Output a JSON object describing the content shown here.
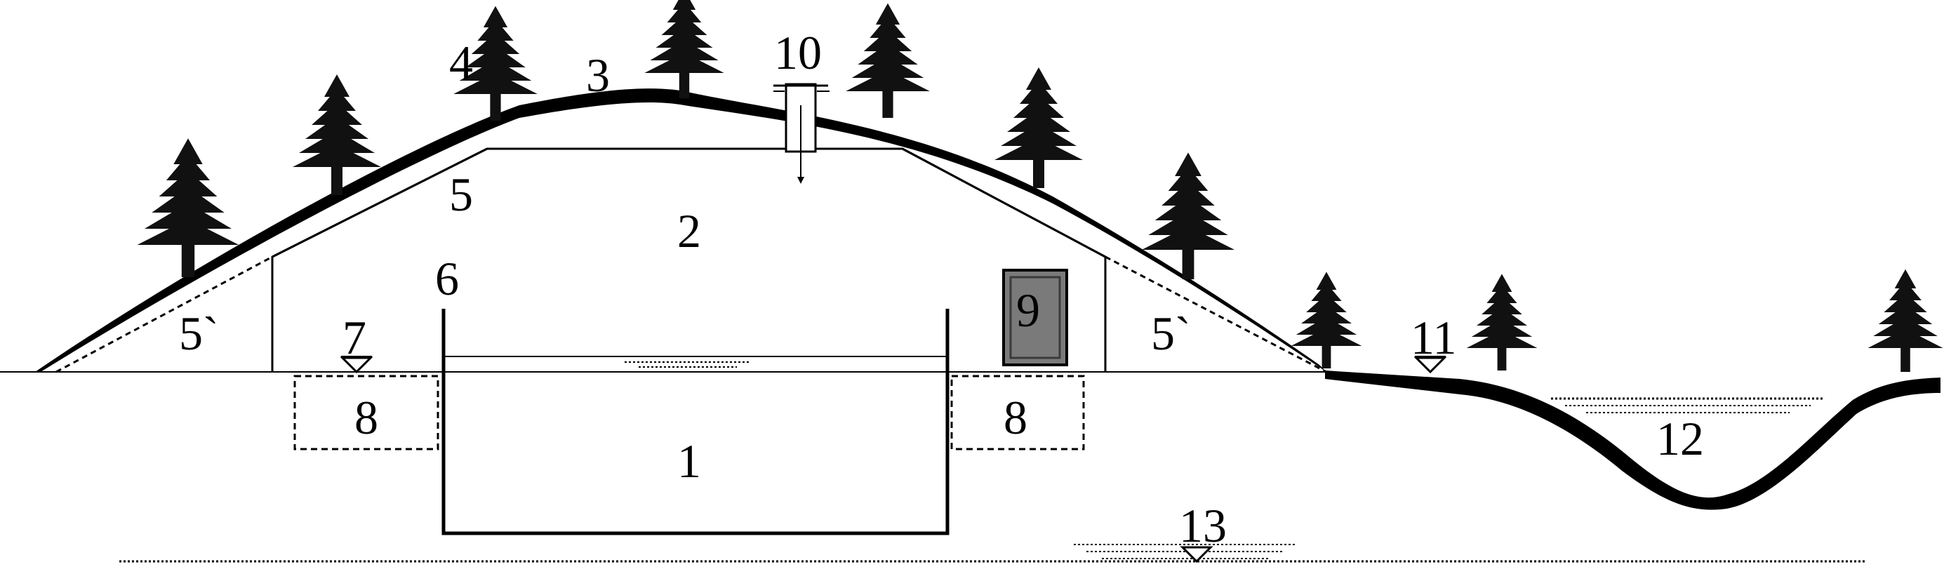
{
  "labels": {
    "l1": "1",
    "l2": "2",
    "l3": "3",
    "l4": "4",
    "l5": "5",
    "l5a": "5`",
    "l5b": "5`",
    "l6": "6",
    "l7": "7",
    "l8a": "8",
    "l8b": "8",
    "l9": "9",
    "l10": "10",
    "l11": "11",
    "l12": "12",
    "l13": "13"
  },
  "colors": {
    "ink": "#000000",
    "door_fill": "#7a7a7a",
    "tree": "#111111",
    "background": "#ffffff"
  }
}
